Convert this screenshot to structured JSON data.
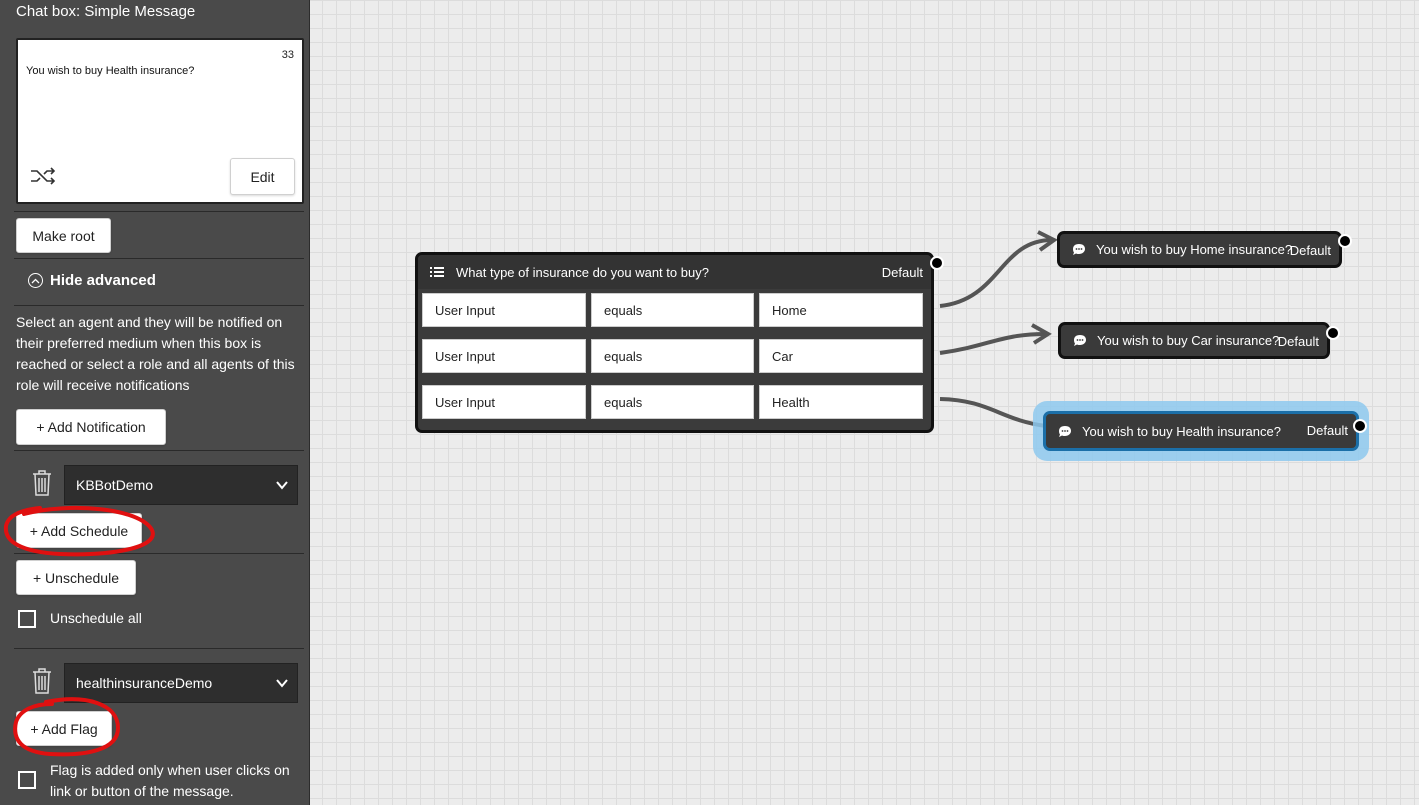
{
  "sidebar": {
    "title": "Chat box: Simple Message",
    "message_card": {
      "count": "33",
      "text": "You wish to buy Health insurance?",
      "edit_label": "Edit"
    },
    "make_root_label": "Make root",
    "hide_advanced_label": "Hide advanced",
    "description": "Select an agent and they will be notified on their preferred medium when this box is reached or select a role and all agents of this role will receive notifications",
    "add_notification_label": "+ Add Notification",
    "notification_agent": "KBBotDemo",
    "add_schedule_label": "+ Add Schedule",
    "unschedule_label": "+ Unschedule",
    "unschedule_all_label": "Unschedule all",
    "flag_select": "healthinsuranceDemo",
    "add_flag_label": "+ Add Flag",
    "flag_note": "Flag is added only when user clicks on link or button of the message."
  },
  "canvas": {
    "question_node": {
      "title": "What type of insurance do you want to buy?",
      "default_label": "Default",
      "rows": [
        {
          "field": "User Input",
          "operator": "equals",
          "value": "Home"
        },
        {
          "field": "User Input",
          "operator": "equals",
          "value": "Car"
        },
        {
          "field": "User Input",
          "operator": "equals",
          "value": "Health"
        }
      ]
    },
    "message_nodes": [
      {
        "text": "You wish to buy Home insurance?",
        "default_label": "Default"
      },
      {
        "text": "You wish to buy Car insurance?",
        "default_label": "Default"
      },
      {
        "text": "You wish to buy Health insurance?",
        "default_label": "Default"
      }
    ]
  },
  "colors": {
    "sidebar_bg": "#4a4a4a",
    "node_bg": "#3b3b3b",
    "selection_glow": "#8ec9ee",
    "annotation_red": "#e01010"
  },
  "icons": [
    "shuffle-icon",
    "chevron-up-icon",
    "trash-icon",
    "chevron-down-icon",
    "list-icon",
    "chat-bubble-icon"
  ]
}
